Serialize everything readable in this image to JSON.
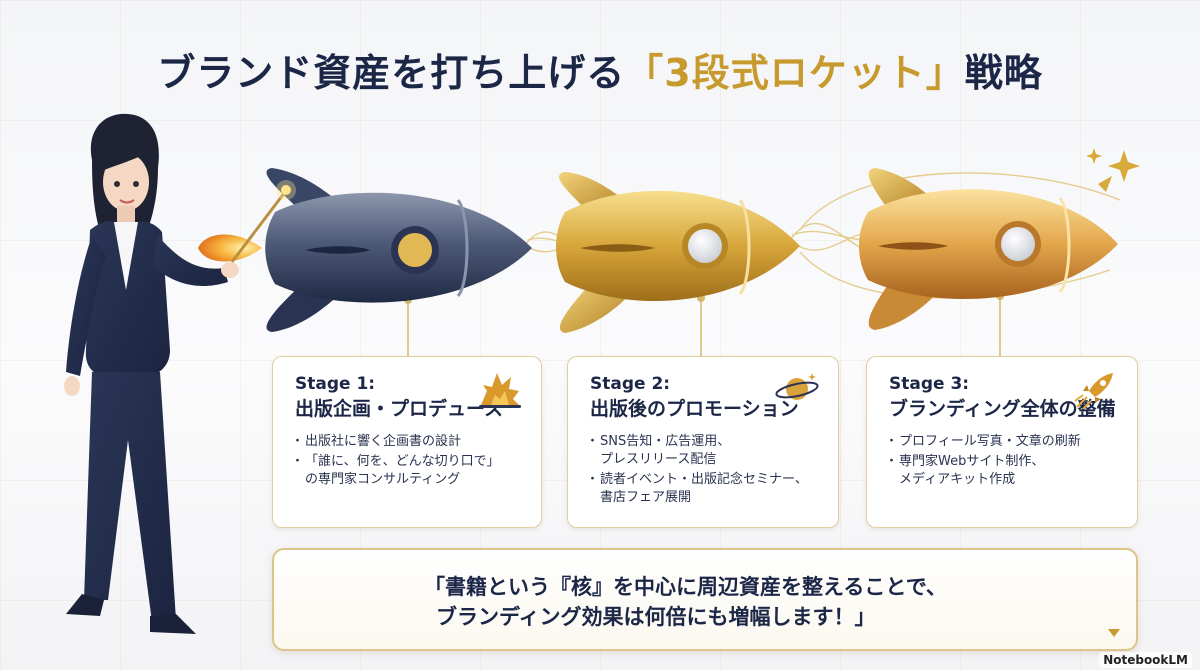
{
  "title": {
    "main": "ブランド資産を打ち上げる",
    "highlight": "「3段式ロケット」",
    "suffix": "戦略"
  },
  "stages": [
    {
      "stage": "Stage 1:",
      "name": "出版企画・プロデュース",
      "icon": "explosion-icon",
      "bullets": [
        "出版社に響く企画書の設計",
        "「誰に、何を、どんな切り口で」\nの専門家コンサルティング"
      ]
    },
    {
      "stage": "Stage 2:",
      "name": "出版後のプロモーション",
      "icon": "planet-icon",
      "bullets": [
        "SNS告知・広告運用、\nプレスリリース配信",
        "読者イベント・出版記念セミナー、\n書店フェア展開"
      ]
    },
    {
      "stage": "Stage 3:",
      "name": "ブランディング全体の整備",
      "icon": "rocket-icon",
      "bullets": [
        "プロフィール写真・文章の刷新",
        "専門家Webサイト制作、\nメディアキット作成"
      ]
    }
  ],
  "quote": {
    "line1": "「書籍という『核』を中心に周辺資産を整えることで、",
    "line2": "ブランディング効果は何倍にも増幅します！」"
  },
  "brand": "NotebookLM",
  "colors": {
    "navy": "#1c2747",
    "gold": "#c79a2e",
    "rocket1": "#4a5672",
    "rocket2": "#d9ab3f",
    "rocket3": "#e0a24a"
  }
}
